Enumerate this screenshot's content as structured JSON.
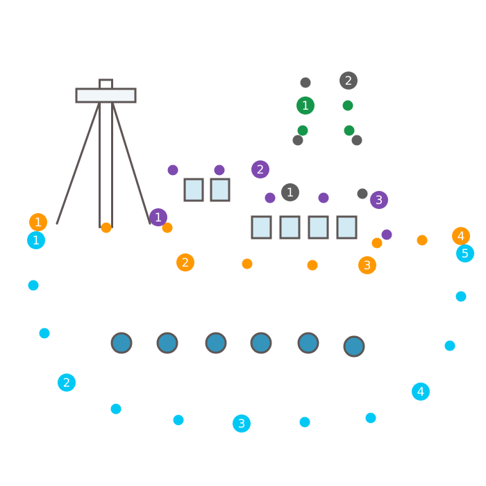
{
  "colors": {
    "orange": "#FF9800",
    "cyan": "#00C8F5",
    "purple": "#7E4AB0",
    "green": "#16964A",
    "gray": "#5E5E5E",
    "structure": "#5E5655",
    "window_fill": "#D2EAF4",
    "round_fill": "#3594BC",
    "tower_fill": "#F1F6F9"
  },
  "groups": [
    {
      "name": "orange",
      "points": [
        {
          "label": "1",
          "numbered": true
        },
        {
          "numbered": false
        },
        {
          "numbered": false
        },
        {
          "label": "2",
          "numbered": true
        },
        {
          "numbered": false
        },
        {
          "numbered": false
        },
        {
          "numbered": false
        },
        {
          "label": "3",
          "numbered": true
        },
        {
          "numbered": false
        },
        {
          "label": "4",
          "numbered": true
        }
      ]
    },
    {
      "name": "cyan",
      "points": [
        {
          "label": "1",
          "numbered": true
        },
        {
          "numbered": false
        },
        {
          "numbered": false
        },
        {
          "label": "2",
          "numbered": true
        },
        {
          "numbered": false
        },
        {
          "numbered": false
        },
        {
          "label": "3",
          "numbered": true
        },
        {
          "numbered": false
        },
        {
          "numbered": false
        },
        {
          "label": "4",
          "numbered": true
        },
        {
          "numbered": false
        },
        {
          "numbered": false
        },
        {
          "label": "5",
          "numbered": true
        }
      ]
    },
    {
      "name": "purple",
      "points": [
        {
          "label": "1",
          "numbered": true
        },
        {
          "numbered": false
        },
        {
          "numbered": false
        },
        {
          "label": "2",
          "numbered": true
        },
        {
          "numbered": false
        },
        {
          "numbered": false
        },
        {
          "label": "3",
          "numbered": true
        },
        {
          "numbered": false
        }
      ]
    },
    {
      "name": "green",
      "points": [
        {
          "label": "1",
          "numbered": true
        },
        {
          "numbered": false
        },
        {
          "numbered": false
        },
        {
          "numbered": false
        }
      ]
    },
    {
      "name": "gray",
      "points": [
        {
          "numbered": false
        },
        {
          "label": "2",
          "numbered": true
        },
        {
          "numbered": false
        },
        {
          "numbered": false
        },
        {
          "label": "1",
          "numbered": true
        },
        {
          "numbered": false
        }
      ]
    }
  ],
  "objects": {
    "tower_icon": "tripod-tower-icon",
    "window_rows": [
      2,
      4
    ],
    "round_windows": 6
  }
}
